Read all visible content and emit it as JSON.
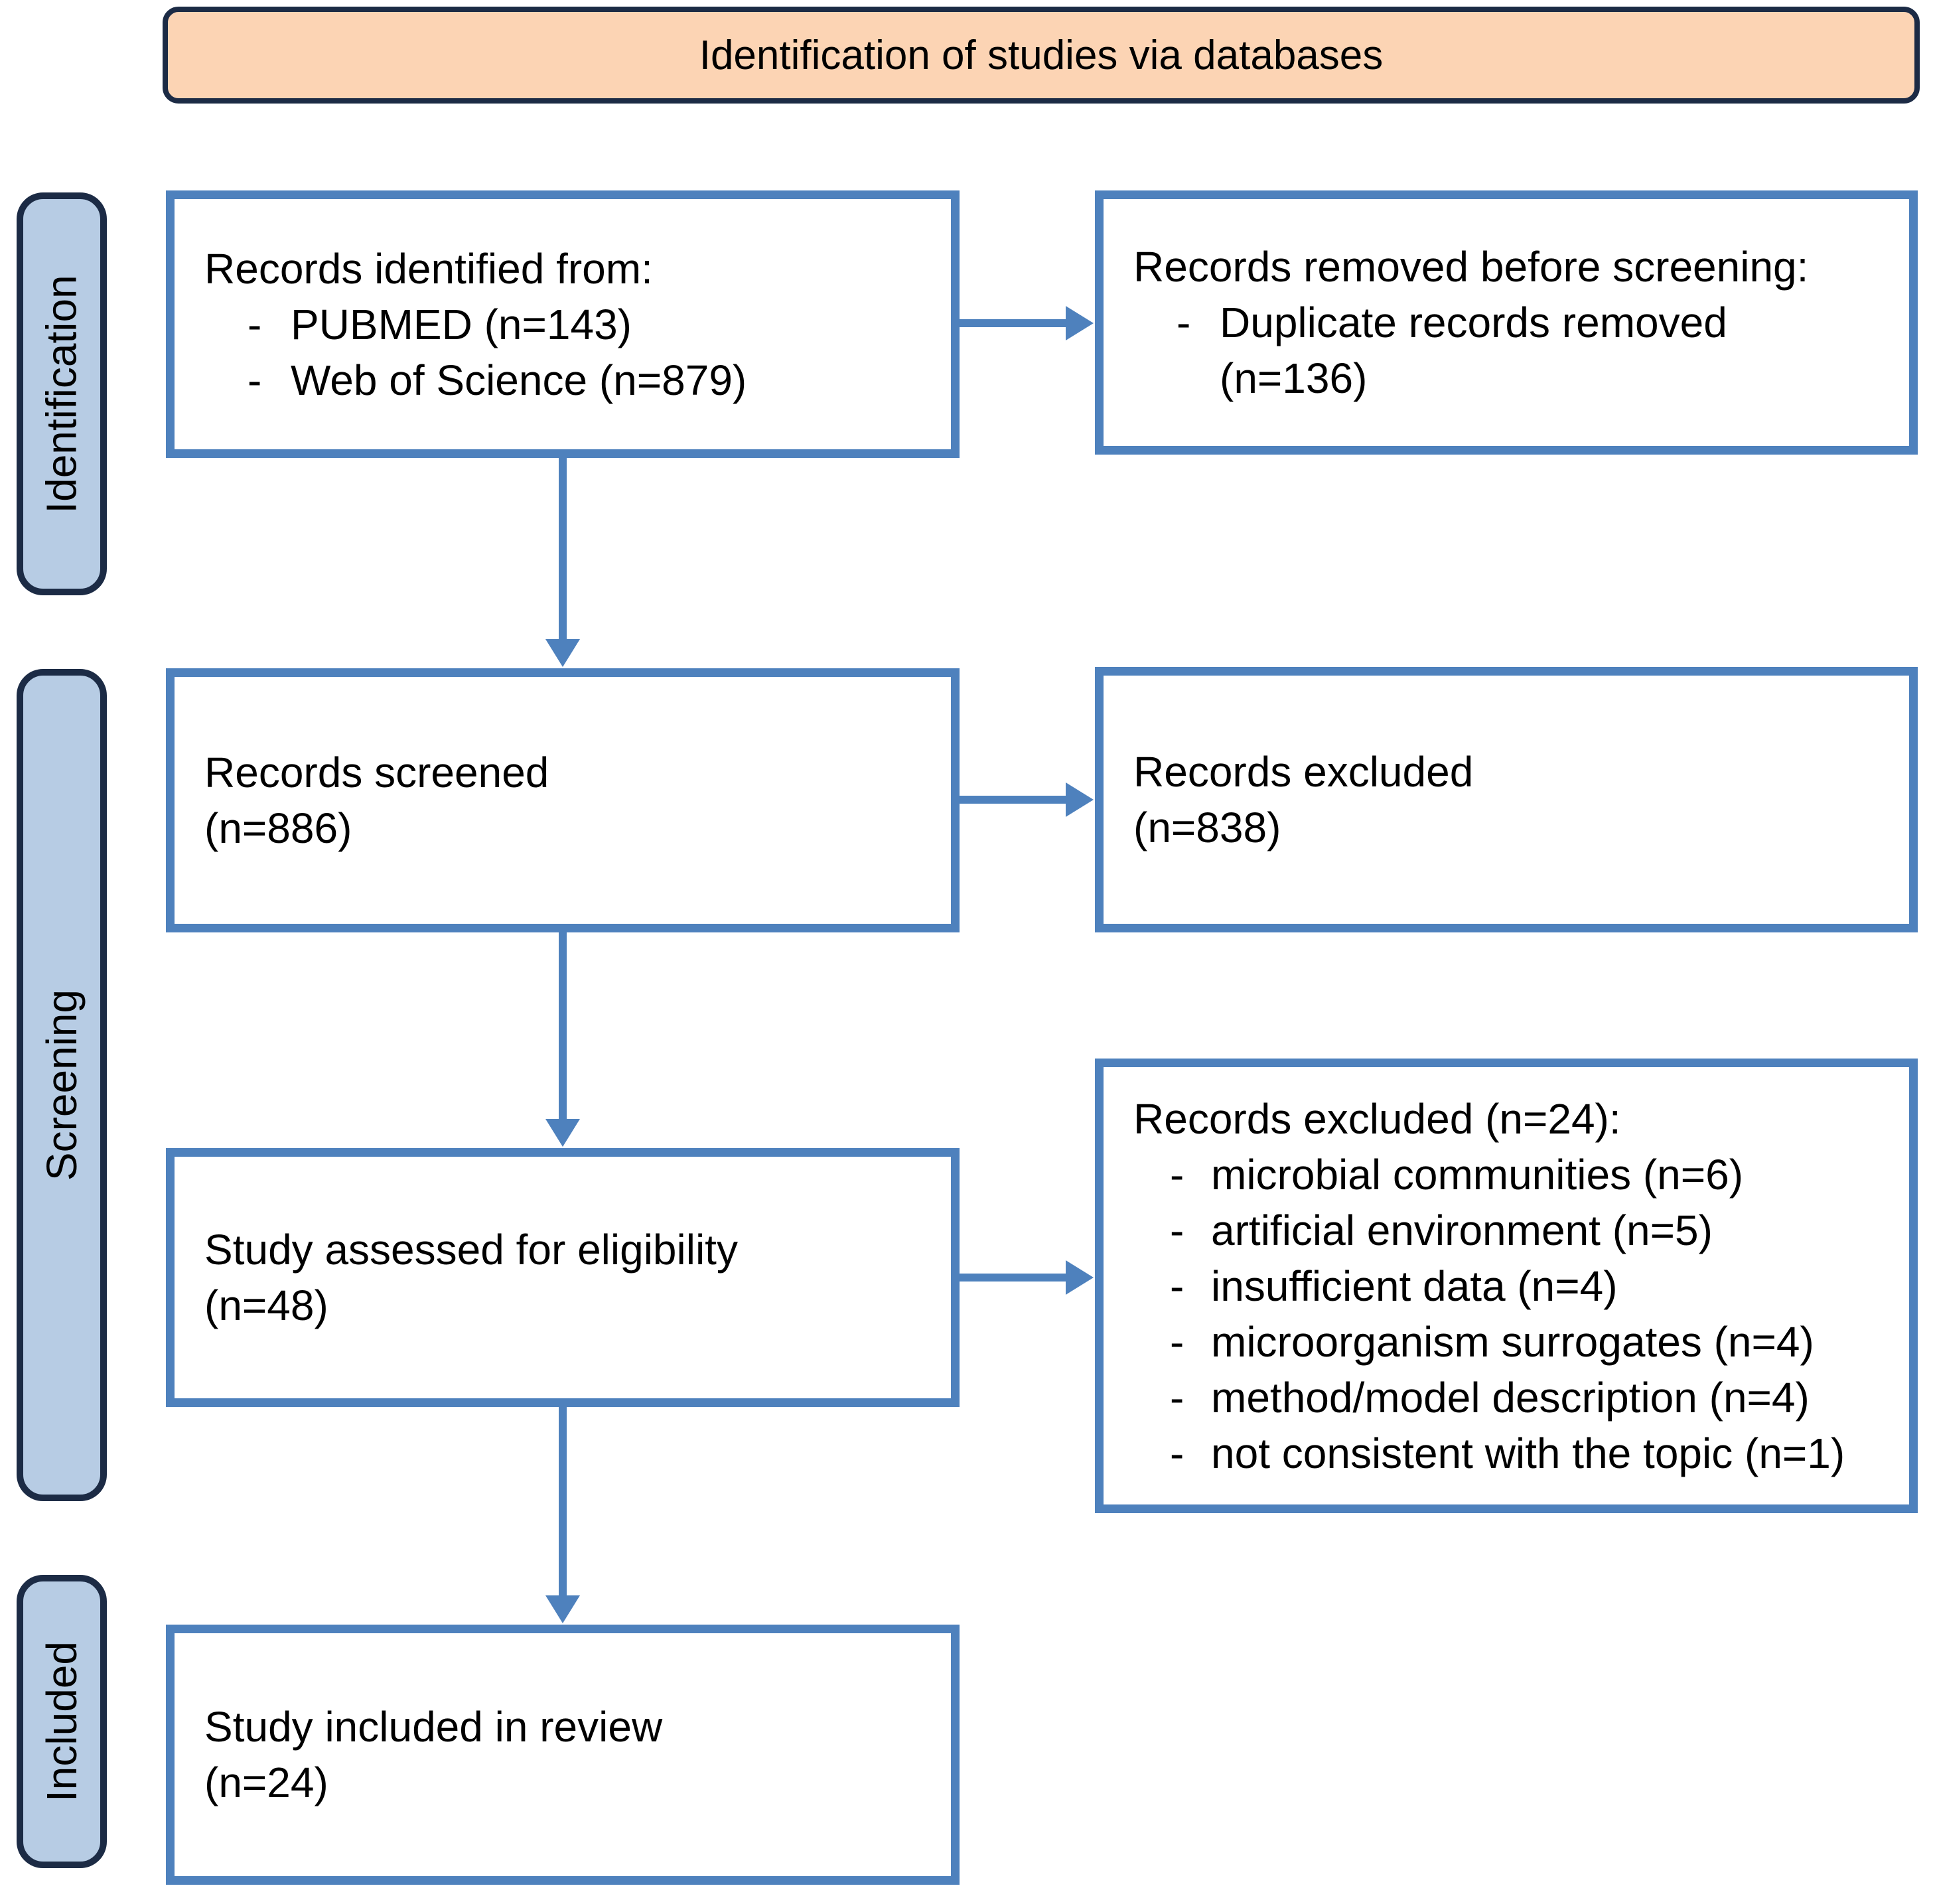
{
  "banner": {
    "title": "Identification of studies via databases"
  },
  "sidebar": {
    "stages": [
      {
        "label": "Identification"
      },
      {
        "label": "Screening"
      },
      {
        "label": "Included"
      }
    ]
  },
  "bullet_marker": "-",
  "boxes": {
    "records_identified": {
      "title": "Records identified from:",
      "bullets": [
        "PUBMED (n=143)",
        "Web of Science (n=879)"
      ]
    },
    "records_removed": {
      "title": "Records removed before screening:",
      "bullets": [
        "Duplicate records removed (n=136)"
      ]
    },
    "records_screened": {
      "lines": [
        "Records screened",
        "(n=886)"
      ]
    },
    "records_excluded": {
      "lines": [
        "Records excluded",
        "(n=838)"
      ]
    },
    "study_assessed": {
      "lines": [
        "Study assessed for eligibility",
        "(n=48)"
      ]
    },
    "excluded_reasons": {
      "title": "Records excluded (n=24):",
      "bullets": [
        "microbial communities (n=6)",
        "artificial environment (n=5)",
        "insufficient data (n=4)",
        "microorganism surrogates (n=4)",
        "method/model description (n=4)",
        "not consistent with the topic (n=1)"
      ]
    },
    "study_included": {
      "lines": [
        "Study included in review",
        "(n=24)"
      ]
    }
  },
  "colors": {
    "flow_box_border": "#4E81BD",
    "arrow": "#4E81BD",
    "banner_fill": "#FCD4B4",
    "stage_label_fill": "#B7CCE4",
    "dark_outline": "#1C2B45",
    "text": "#000000",
    "background": "#FFFFFF"
  }
}
